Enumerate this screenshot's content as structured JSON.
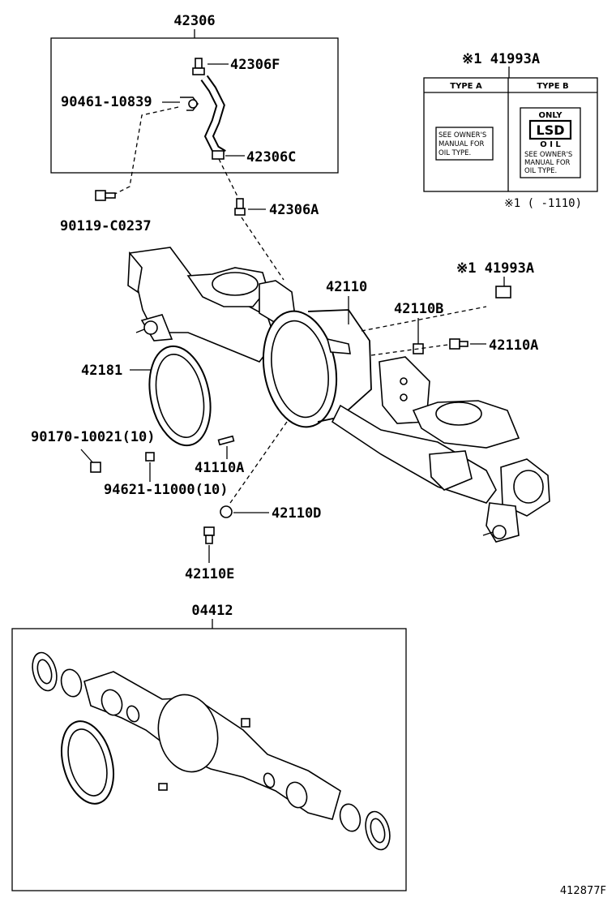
{
  "labels": {
    "hose_assembly": "42306",
    "hose_upper_fitting": "42306F",
    "clamp_bolt": "90461-10839",
    "hose_clamp": "42306C",
    "bolt_c0237": "90119-C0237",
    "breather_plug": "42306A",
    "housing": "42110",
    "stud_b": "42110B",
    "nut_a": "42110A",
    "gasket": "42181",
    "nut_qty": "90170-10021(10)",
    "stud_41110a": "41110A",
    "washer_qty": "94621-11000(10)",
    "gasket_d": "42110D",
    "plug_e": "42110E",
    "kit": "04412",
    "label_caution_top": "※1 41993A",
    "label_caution_mid": "※1 41993A",
    "figure_id": "412877F"
  },
  "caution_box": {
    "type_a_header": "TYPE A",
    "type_b_header": "TYPE B",
    "type_a_text": [
      "SEE OWNER'S",
      "MANUAL FOR",
      "OIL TYPE."
    ],
    "type_b_only": "ONLY",
    "type_b_lsd": "LSD",
    "type_b_oil": "O I L",
    "type_b_text": [
      "SEE OWNER'S",
      "MANUAL FOR",
      "OIL TYPE."
    ],
    "footnote": "※1 (      -1110)"
  }
}
